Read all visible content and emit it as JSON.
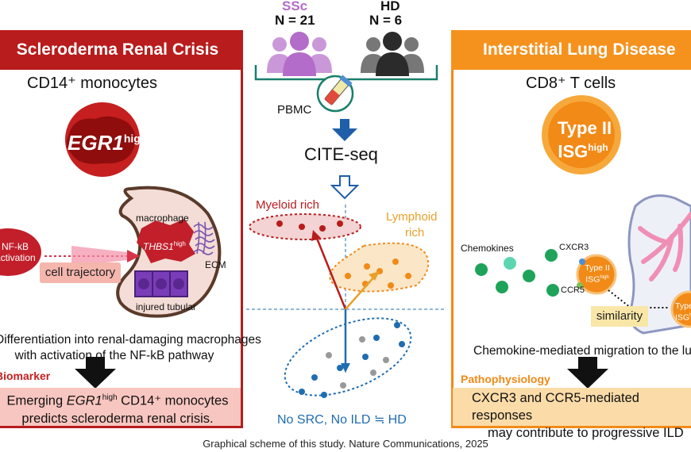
{
  "top": {
    "ssc_label": "SSc",
    "ssc_n": "N = 21",
    "hd_label": "HD",
    "hd_n": "N = 6",
    "pbmc": "PBMC",
    "method": "CITE-seq",
    "myeloid": "Myeloid rich",
    "lymphoid_1": "Lymphoid",
    "lymphoid_2": "rich",
    "no_src": "No SRC, No ILD ≒ HD"
  },
  "left": {
    "banner": "Scleroderma Renal Crisis",
    "cell_type": "CD14⁺ monocytes",
    "egr1": "EGR1",
    "egr1_sup": "high",
    "nfkb_1": "NF-kB",
    "nfkb_2": "activation",
    "macrophage": "macrophage",
    "thbs1": "THBS1",
    "thbs1_sup": "high",
    "ecm": "ECM",
    "cell_trajectory": "cell trajectory",
    "injured_tubular": "injured tubular",
    "diff_1": "Differentiation into renal-damaging macrophages",
    "diff_2": "with activation of the NF-kB pathway",
    "marker_label": "Biomarker",
    "marker_1a": "Emerging ",
    "marker_1b": "EGR1",
    "marker_1c": "high",
    "marker_1d": " CD14⁺ monocytes",
    "marker_2": "predicts scleroderma renal crisis."
  },
  "right": {
    "banner": "Interstitial Lung Disease",
    "cell_type": "CD8⁺ T cells",
    "type2_1": "Type II",
    "type2_2": "ISG",
    "type2_sup": "high",
    "chemokines": "Chemokines",
    "cxcr3": "CXCR3",
    "ccr5": "CCR5",
    "small_1": "Type II",
    "small_2": "ISG",
    "small_sup": "high",
    "similarity": "similarity",
    "migration": "Chemokine-mediated migration to the lung",
    "patho_label": "Pathophysiology",
    "patho_1": "CXCR3 and CCR5-mediated responses",
    "patho_2": "may contribute to progressive ILD"
  },
  "caption": "Graphical scheme of this study. Nature Communications, 2025",
  "colors": {
    "ssc_purple": "#b36cc9",
    "hd_dark": "#2b2b2b",
    "src_red": "#b81c1c",
    "ild_orange": "#f5921e",
    "hd_blue": "#1f6db0",
    "teal": "#1a7f6b"
  }
}
